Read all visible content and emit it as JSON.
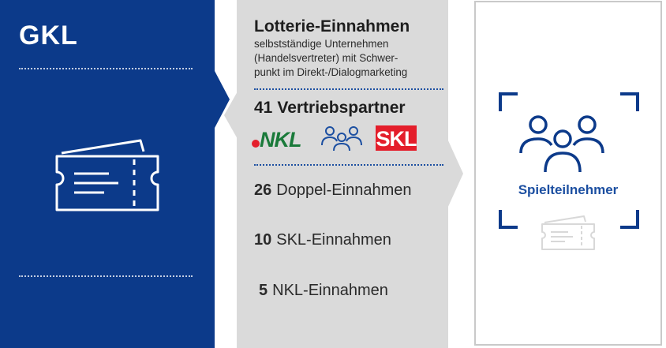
{
  "left": {
    "logo": "GKL",
    "icon": "lottery-ticket-icon"
  },
  "middle": {
    "title": "Lotterie-Einnahmen",
    "desc_lines": [
      "selbstständige Unternehmen",
      "(Handelsvertreter) mit Schwer-",
      "punkt im Direkt-/Dialogmarketing"
    ],
    "partners": {
      "count": "41",
      "label": "Vertriebspartner"
    },
    "logos": {
      "nkl": "NKL",
      "skl": "SKL",
      "people_icon": "group-people-icon"
    },
    "stats": [
      {
        "count": "26",
        "label": "Doppel-Einnahmen"
      },
      {
        "count": "10",
        "label": "SKL-Einnahmen"
      },
      {
        "count": "5",
        "label": "NKL-Einnahmen"
      }
    ]
  },
  "right": {
    "label": "Spielteilnehmer",
    "icon": "group-people-icon",
    "ticket_icon": "lottery-ticket-icon"
  },
  "colors": {
    "brand_blue": "#0c3a8a",
    "accent_blue": "#1c4fa1",
    "panel_grey": "#dadada",
    "nkl_green": "#1a7a3a",
    "skl_red": "#e41e2b"
  }
}
